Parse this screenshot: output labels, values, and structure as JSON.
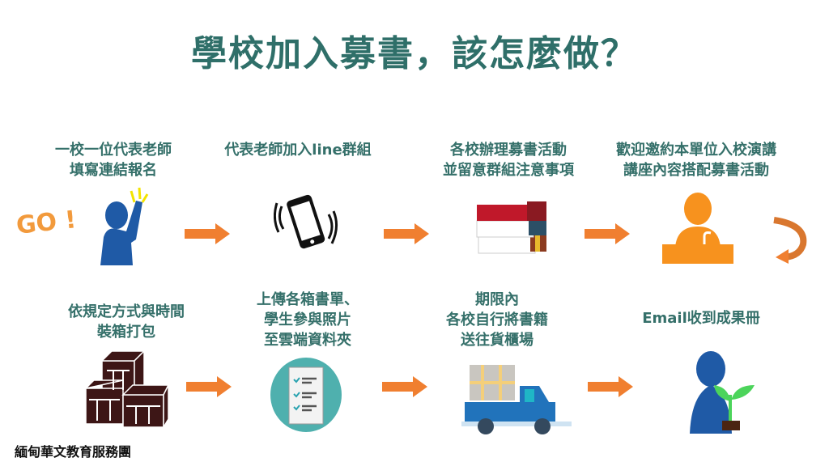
{
  "title": "學校加入募書，該怎麼做？",
  "steps": [
    {
      "lines": [
        "一校一位代表老師",
        "填寫連結報名"
      ],
      "icon": "person-raising-hand-icon",
      "badge": "GO !"
    },
    {
      "lines": [
        "代表老師加入line群組"
      ],
      "icon": "vibrating-phone-icon"
    },
    {
      "lines": [
        "各校辦理募書活動",
        "並留意群組注意事項"
      ],
      "icon": "book-stack-icon"
    },
    {
      "lines": [
        "歡迎邀約本單位入校演講",
        "講座內容搭配募書活動"
      ],
      "icon": "speaker-podium-icon"
    },
    {
      "lines": [
        "依規定方式與時間",
        "裝箱打包"
      ],
      "icon": "boxes-icon"
    },
    {
      "lines": [
        "上傳各箱書單、",
        "學生參與照片",
        "至雲端資料夾"
      ],
      "icon": "checklist-icon"
    },
    {
      "lines": [
        "期限內",
        "各校自行將書籍",
        "送往貨櫃場"
      ],
      "icon": "delivery-truck-icon"
    },
    {
      "lines": [
        "Email收到成果冊"
      ],
      "icon": "person-with-sprout-icon"
    }
  ],
  "footer": "緬甸華文教育服務團",
  "colors": {
    "title": "#2f6f69",
    "arrow": "#f07f30",
    "blue": "#1f5aa6",
    "orange": "#f7921e"
  }
}
